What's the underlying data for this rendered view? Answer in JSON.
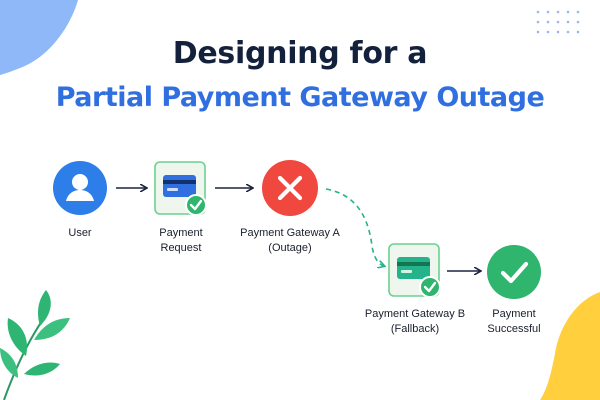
{
  "title": {
    "line1": "Designing for a",
    "line2": "Partial Payment Gateway Outage"
  },
  "nodes": [
    {
      "id": "user",
      "label_lines": [
        "User"
      ],
      "icon": "user-icon"
    },
    {
      "id": "payment-request",
      "label_lines": [
        "Payment",
        "Request"
      ],
      "icon": "credit-card-check-icon"
    },
    {
      "id": "gateway-a",
      "label_lines": [
        "Payment Gateway A",
        "(Outage)"
      ],
      "icon": "error-x-icon"
    },
    {
      "id": "gateway-b",
      "label_lines": [
        "Payment Gateway B",
        "(Fallback)"
      ],
      "icon": "credit-card-check-icon"
    },
    {
      "id": "success",
      "label_lines": [
        "Payment",
        "Successful"
      ],
      "icon": "checkmark-icon"
    }
  ],
  "edges": [
    {
      "from": "user",
      "to": "payment-request",
      "style": "solid"
    },
    {
      "from": "payment-request",
      "to": "gateway-a",
      "style": "solid"
    },
    {
      "from": "gateway-a",
      "to": "gateway-b",
      "style": "dashed"
    },
    {
      "from": "gateway-b",
      "to": "success",
      "style": "solid"
    }
  ],
  "colors": {
    "title_dark": "#14213d",
    "title_accent": "#2f6fe0",
    "user_blue": "#2d7ee8",
    "error_red": "#f0483e",
    "success_green": "#2fb56d",
    "fallback_teal": "#24b38a",
    "card_blue": "#2f6fe0",
    "arrow": "#1b2540",
    "deco_blue": "#8fb8f8",
    "deco_yellow": "#ffcf3e",
    "leaf_green": "#2fb573"
  }
}
